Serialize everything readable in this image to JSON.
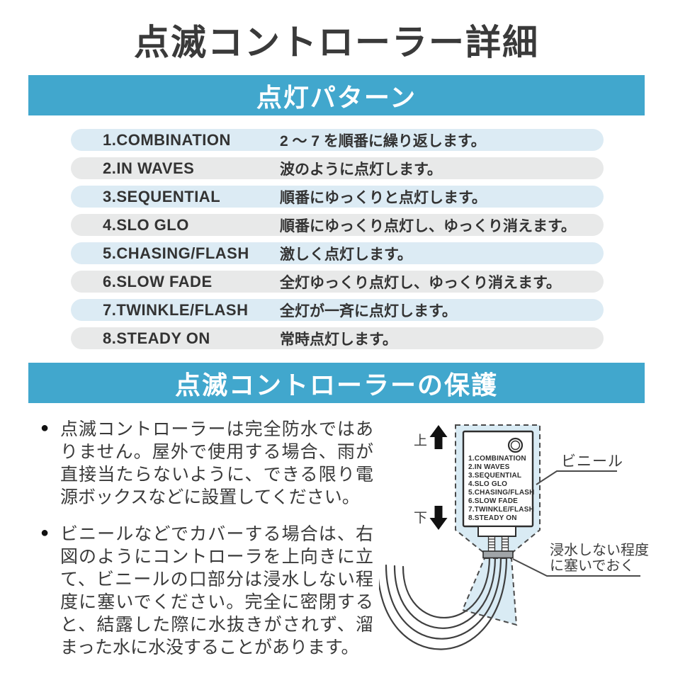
{
  "page": {
    "title": "点滅コントローラー詳細"
  },
  "colors": {
    "accent_blue": "#41a7cd",
    "row_blue": "#dcebf4",
    "row_gray": "#e8e9e9",
    "vinyl_fill": "#d9ebf4",
    "clamp_gray": "#a0a5a8"
  },
  "pattern_section": {
    "header": "点灯パターン",
    "rows": [
      {
        "label": "1.COMBINATION",
        "desc": "2 ～ 7 を順番に繰り返します。"
      },
      {
        "label": "2.IN WAVES",
        "desc": "波のように点灯します。"
      },
      {
        "label": "3.SEQUENTIAL",
        "desc": "順番にゆっくりと点灯します。"
      },
      {
        "label": "4.SLO GLO",
        "desc": "順番にゆっくり点灯し、ゆっくり消えます。"
      },
      {
        "label": "5.CHASING/FLASH",
        "desc": "激しく点灯します。"
      },
      {
        "label": "6.SLOW FADE",
        "desc": "全灯ゆっくり点灯し、ゆっくり消えます。"
      },
      {
        "label": "7.TWINKLE/FLASH",
        "desc": "全灯が一斉に点灯します。"
      },
      {
        "label": "8.STEADY ON",
        "desc": "常時点灯します。"
      }
    ]
  },
  "protection_section": {
    "header": "点滅コントローラーの保護",
    "bullet_mark": "●",
    "bullets": [
      "点滅コントローラーは完全防水ではありません。屋外で使用する場合、雨が直接当たらないように、できる限り電源ボックスなどに設置してください。",
      "ビニールなどでカバーする場合は、右図のようにコントローラを上向きに立て、ビニールの口部分は浸水しない程度に塞いでください。完全に密閉すると、結露した際に水抜きがされず、溜まった水に水没することがあります。"
    ],
    "diagram": {
      "up_label": "上",
      "down_label": "下",
      "vinyl_label": "ビニール",
      "seal_label_line1": "浸水しない程度",
      "seal_label_line2": "に塞いでおく",
      "modes": [
        "1.COMBINATION",
        "2.IN WAVES",
        "3.SEQUENTIAL",
        "4.SLO GLO",
        "5.CHASING/FLASH",
        "6.SLOW FADE",
        "7.TWINKLE/FLASH",
        "8.STEADY ON"
      ]
    }
  }
}
